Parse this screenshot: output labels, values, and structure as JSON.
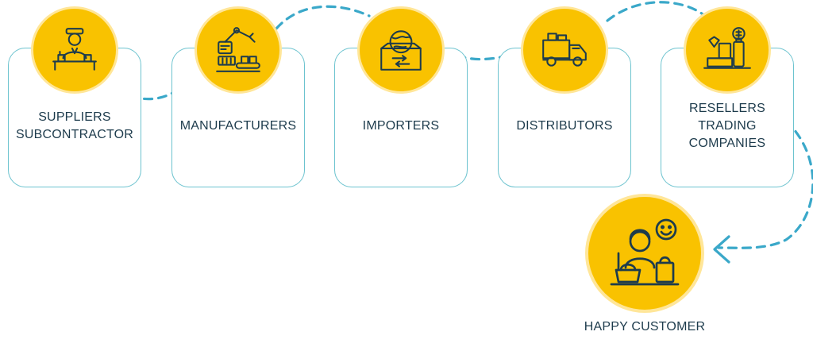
{
  "colors": {
    "accent": "#f9c200",
    "accent_ring": "#ffe699",
    "connector": "#3aa8c9",
    "card_border": "#6cc3cf",
    "text": "#1d3b4c"
  },
  "stages": [
    {
      "label": "SUPPLIERS\nSUBCONTRACTOR",
      "icon": "worker-assembly-icon"
    },
    {
      "label": "MANUFACTURERS",
      "icon": "robot-arm-conveyor-icon"
    },
    {
      "label": "IMPORTERS",
      "icon": "globe-box-icon"
    },
    {
      "label": "DISTRIBUTORS",
      "icon": "delivery-truck-icon"
    },
    {
      "label": "RESELLERS\nTRADING\nCOMPANIES",
      "icon": "retail-products-icon"
    }
  ],
  "customer": {
    "label": "HAPPY CUSTOMER",
    "icon": "happy-shopper-icon"
  }
}
